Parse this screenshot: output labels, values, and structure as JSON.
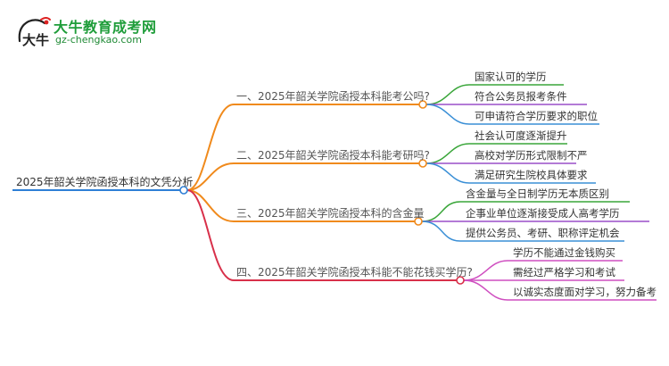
{
  "logo": {
    "title": "大牛教育成考网",
    "url": "gz-chengkao.com",
    "mark_text": "大牛"
  },
  "mindmap": {
    "root": "2025年韶关学院函授本科的文凭分析",
    "branches": [
      {
        "label": "一、2025年韶关学院函授本科能考公吗?",
        "color": "#f08a1c",
        "children": [
          "国家认可的学历",
          "符合公务员报考条件",
          "可申请符合学历要求的职位"
        ]
      },
      {
        "label": "二、2025年韶关学院函授本科能考研吗?",
        "color": "#f08a1c",
        "children": [
          "社会认可度逐渐提升",
          "高校对学历形式限制不严",
          "满足研究生院校具体要求"
        ]
      },
      {
        "label": "三、2025年韶关学院函授本科的含金量",
        "color": "#f08a1c",
        "children": [
          "含金量与全日制学历无本质区别",
          "企事业单位逐渐接受成人高考学历",
          "提供公务员、考研、职称评定机会"
        ]
      },
      {
        "label": "四、2025年韶关学院函授本科能不能花钱买学历?",
        "color": "#d8304a",
        "children": [
          "学历不能通过金钱购买",
          "需经过严格学习和考试",
          "以诚实态度面对学习，努力备考"
        ]
      }
    ],
    "leaf_colors": [
      "#3aa63a",
      "#9a4ec8",
      "#3a8fd6"
    ],
    "branch4_leaf_colors": [
      "#cf4fc0",
      "#cf4fc0",
      "#cf4fc0"
    ],
    "root_color": "#2e7fd6"
  }
}
